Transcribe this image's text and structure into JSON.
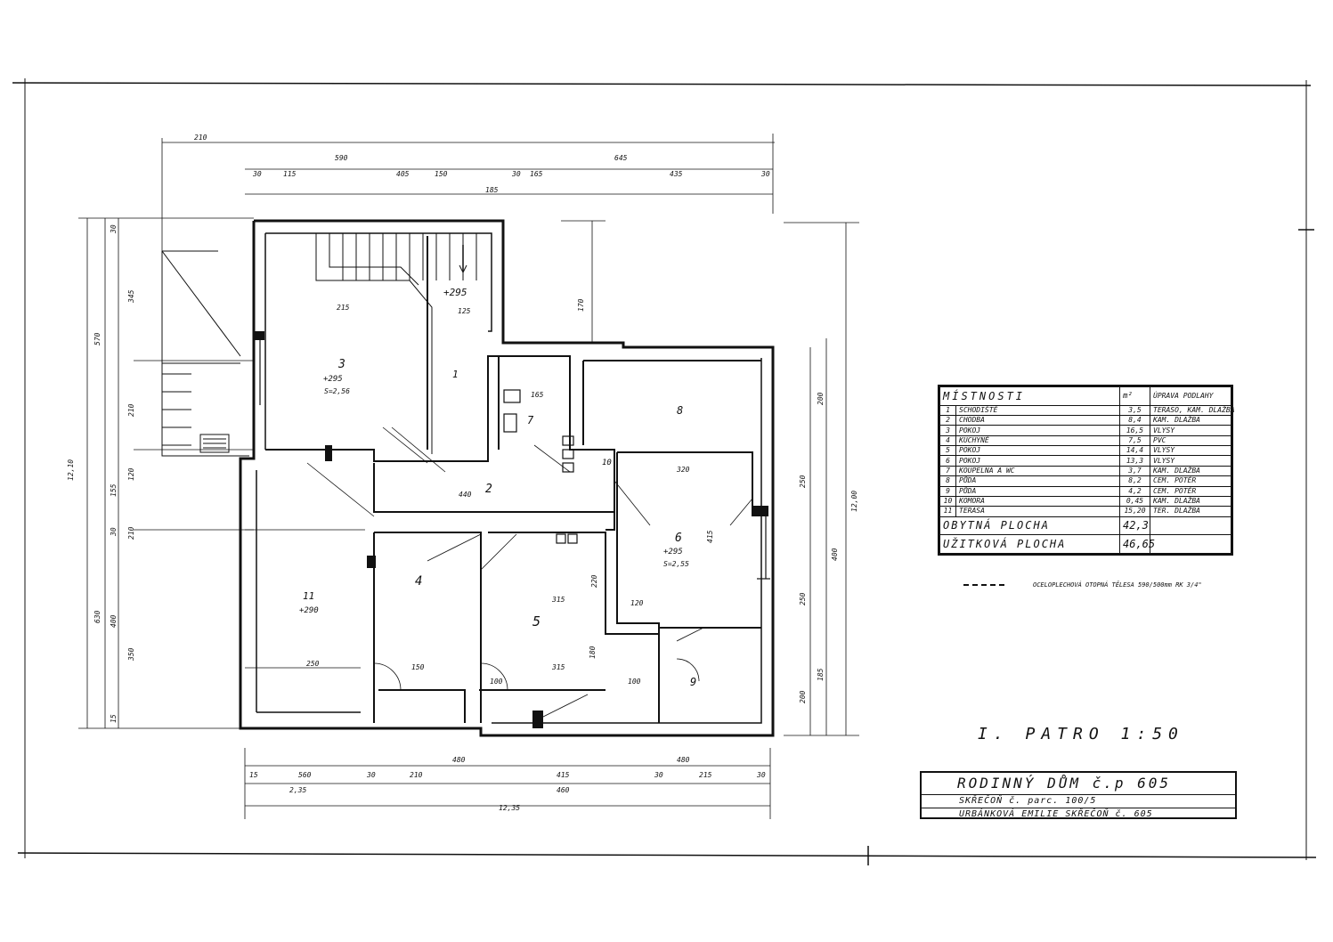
{
  "rooms": [
    {
      "id": "1",
      "label": "1",
      "elev": "",
      "area": ""
    },
    {
      "id": "2",
      "label": "2",
      "elev": "",
      "area": ""
    },
    {
      "id": "3",
      "label": "3",
      "elev": "+295",
      "area": "S=2,56"
    },
    {
      "id": "4",
      "label": "4",
      "elev": "",
      "area": ""
    },
    {
      "id": "5",
      "label": "5",
      "elev": "",
      "area": ""
    },
    {
      "id": "6",
      "label": "6",
      "elev": "+295",
      "area": "S=2,55"
    },
    {
      "id": "7",
      "label": "7",
      "elev": "",
      "area": ""
    },
    {
      "id": "8",
      "label": "8",
      "elev": "",
      "area": ""
    },
    {
      "id": "9",
      "label": "9",
      "elev": "",
      "area": ""
    },
    {
      "id": "10",
      "label": "10",
      "elev": "",
      "area": ""
    },
    {
      "id": "11",
      "label": "11",
      "elev": "+290",
      "area": ""
    }
  ],
  "stair_elev": "+295",
  "dimensions": {
    "top_row1": [
      "210",
      "590",
      "645"
    ],
    "top_row2": [
      "30",
      "115",
      "405",
      "150",
      "30",
      "165",
      "435",
      "30"
    ],
    "top_row3": [
      "185"
    ],
    "bottom_row1": [
      "480",
      "480"
    ],
    "bottom_row2": [
      "15",
      "560",
      "30",
      "210",
      "415",
      "30",
      "215",
      "30"
    ],
    "bottom_row3": [
      "2,35",
      "460"
    ],
    "bottom_total": "12,35",
    "left_total": "12,10",
    "left_row": [
      "30",
      "345",
      "210",
      "155",
      "120",
      "30",
      "210",
      "400",
      "350",
      "15"
    ],
    "left_mid": [
      "570",
      "630"
    ],
    "right_total": "12,00",
    "right_row": [
      "200",
      "250",
      "400",
      "250",
      "185",
      "200"
    ],
    "inner": [
      "440",
      "315",
      "315",
      "415",
      "320",
      "215",
      "250",
      "220",
      "180",
      "100",
      "100",
      "120",
      "165",
      "170",
      "150",
      "125"
    ]
  },
  "legend": {
    "header_room": "MÍSTNOSTI",
    "header_m2": "m²",
    "header_floor": "ÚPRAVA PODLAHY",
    "rows": [
      {
        "n": "1",
        "name": "SCHODIŠTĚ",
        "area": "3,5",
        "floor": "TERASO, KAM. DLAŽBA"
      },
      {
        "n": "2",
        "name": "CHODBA",
        "area": "8,4",
        "floor": "KAM. DLAŽBA"
      },
      {
        "n": "3",
        "name": "POKOJ",
        "area": "16,5",
        "floor": "VLYSY"
      },
      {
        "n": "4",
        "name": "KUCHYNĚ",
        "area": "7,5",
        "floor": "PVC"
      },
      {
        "n": "5",
        "name": "POKOJ",
        "area": "14,4",
        "floor": "VLYSY"
      },
      {
        "n": "6",
        "name": "POKOJ",
        "area": "13,3",
        "floor": "VLYSY"
      },
      {
        "n": "7",
        "name": "KOUPELNA A WC",
        "area": "3,7",
        "floor": "KAM. DLAŽBA"
      },
      {
        "n": "8",
        "name": "PŮDA",
        "area": "8,2",
        "floor": "CEM. POTĚR"
      },
      {
        "n": "9",
        "name": "PŮDA",
        "area": "4,2",
        "floor": "CEM. POTĚR"
      },
      {
        "n": "10",
        "name": "KOMORA",
        "area": "0,45",
        "floor": "KAM. DLAŽBA"
      },
      {
        "n": "11",
        "name": "TERASA",
        "area": "15,20",
        "floor": "TER. DLAŽBA"
      }
    ],
    "living_label": "OBYTNÁ PLOCHA",
    "living_value": "42,3",
    "usable_label": "UŽITKOVÁ PLOCHA",
    "usable_value": "46,65"
  },
  "radiator_note": "OCELOPLECHOVÁ OTOPNÁ TĚLESA 590/500mm RK 3/4\"",
  "floor_title": "I. PATRO   1:50",
  "title_block": {
    "line1": "RODINNÝ DŮM  č.p 605",
    "line2": "SKŘEČOŇ  č. parc.  100/5",
    "line3": "URBÁNKOVÁ EMILIE  SKŘEČOŇ  č. 605"
  }
}
